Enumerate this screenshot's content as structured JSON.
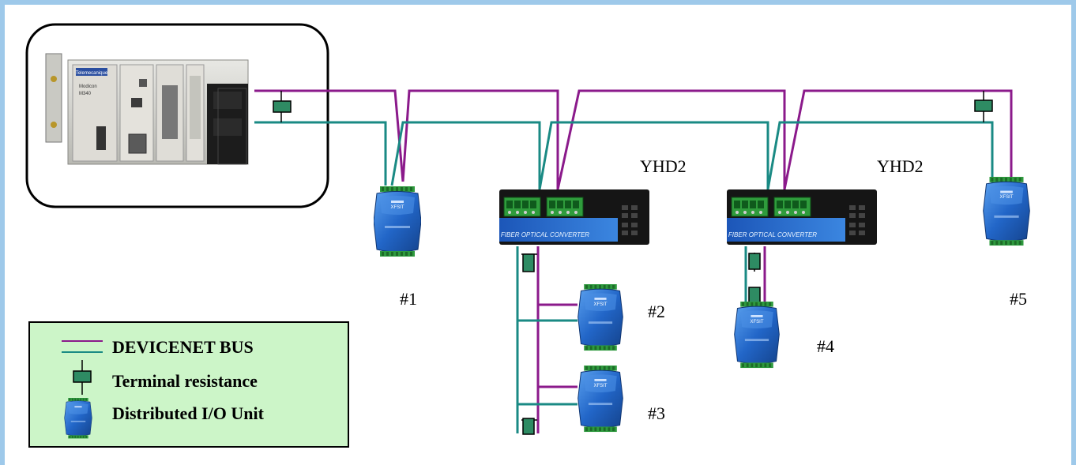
{
  "legend": {
    "bus_label": "DEVICENET BUS",
    "resistor_label": "Terminal resistance",
    "io_label": "Distributed I/O Unit"
  },
  "converters": [
    {
      "label": "YHD2",
      "print": "FIBER OPTICAL CONVERTER"
    },
    {
      "label": "YHD2",
      "print": "FIBER OPTICAL CONVERTER"
    }
  ],
  "nodes": [
    "#1",
    "#2",
    "#3",
    "#4",
    "#5"
  ],
  "plc": {
    "brand": "Telemecanique",
    "model_lines": [
      "Modicon",
      "M340"
    ]
  },
  "io_unit_print": "XFSIT",
  "colors": {
    "bus_purple": "#8b1a8b",
    "bus_teal": "#1a8a84",
    "resistor": "#2e8b63",
    "io_blue": "#2266c8",
    "legend_bg": "#ccf5c8",
    "frame": "#9ec9ea"
  }
}
